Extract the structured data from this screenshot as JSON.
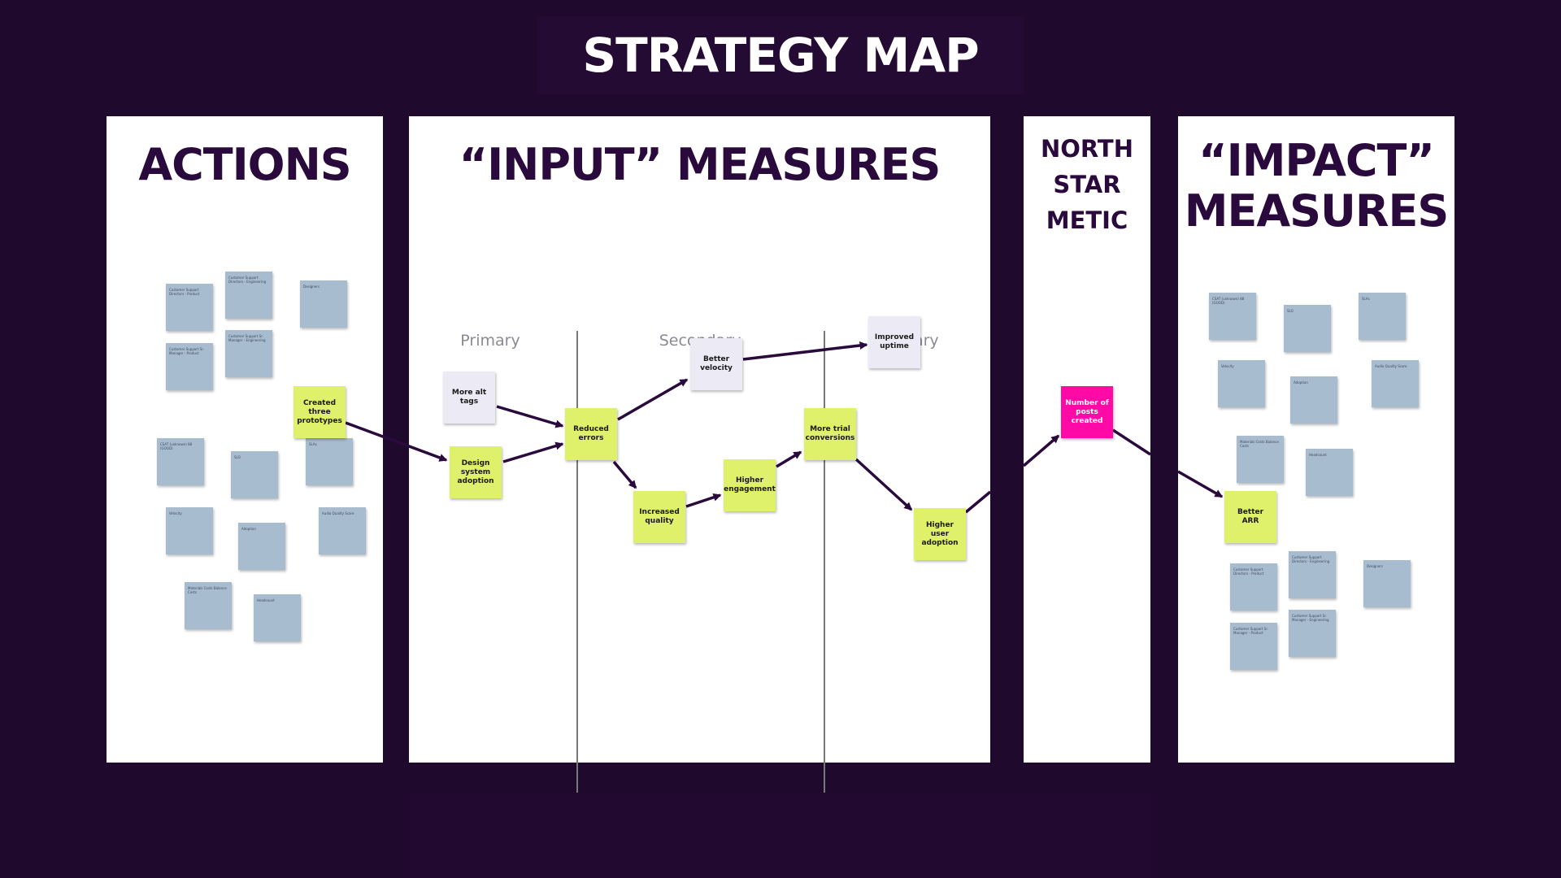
{
  "title": "STRATEGY MAP",
  "panels": {
    "actions": {
      "heading": "ACTIONS"
    },
    "input": {
      "heading": "“INPUT” MEASURES",
      "columns": {
        "primary": "Primary",
        "secondary": "Secondary",
        "tertiary": "Tertiary"
      }
    },
    "north": {
      "heading_lines": [
        "NORTH",
        "STAR",
        "METIC"
      ]
    },
    "impact": {
      "heading_lines": [
        "“IMPACT”",
        "MEASURES"
      ]
    }
  },
  "flow_notes": {
    "created_three_prototypes": "Created three prototypes",
    "more_alt_tags": "More alt tags",
    "design_system_adoption": "Design system adoption",
    "reduced_errors": "Reduced errors",
    "better_velocity": "Better velocity",
    "improved_uptime": "Improved uptime",
    "increased_quality": "Increased quality",
    "higher_engagement": "Higher engagement",
    "more_trial_conversions": "More trial conversions",
    "higher_user_adoption": "Higher user adoption",
    "number_of_posts_created": "Number of posts created",
    "better_arr": "Better ARR"
  },
  "small_notes": {
    "actions": {
      "n1": "Customer Support Directors - Product",
      "n2": "Customer Support Directors - Engineering",
      "n3": "Designers",
      "n4": "Customer Support Sr. Manager - Product",
      "n5": "Customer Support Sr. Manager - Engineering",
      "n6": "CSAT (unknown) 88 (GOOD)",
      "n7": "SLO",
      "n8": "SLAs",
      "n9": "Velocity",
      "n10": "Adoption",
      "n11": "Audio Quality Score",
      "n12": "Materials Costs Balance Costs",
      "n13": "Headcount"
    },
    "impact": {
      "n1": "CSAT (unknown) 88 (GOOD)",
      "n2": "SLO",
      "n3": "SLAs",
      "n4": "Velocity",
      "n5": "Adoption",
      "n6": "Audio Quality Score",
      "n7": "Materials Costs Balance Costs",
      "n8": "Headcount",
      "n9": "Customer Support Directors - Product",
      "n10": "Customer Support Directors - Engineering",
      "n11": "Designers",
      "n12": "Customer Support Sr. Manager - Product",
      "n13": "Customer Support Sr. Manager - Engineering"
    }
  },
  "colors": {
    "background": "#1f0a2e",
    "heading": "#2a0a3d",
    "lime_note": "#dff06a",
    "lavender_note": "#ecebf5",
    "blue_note": "#a8bccf",
    "north_star_note": "#ff0aa7",
    "arrow": "#2a0a3d"
  }
}
